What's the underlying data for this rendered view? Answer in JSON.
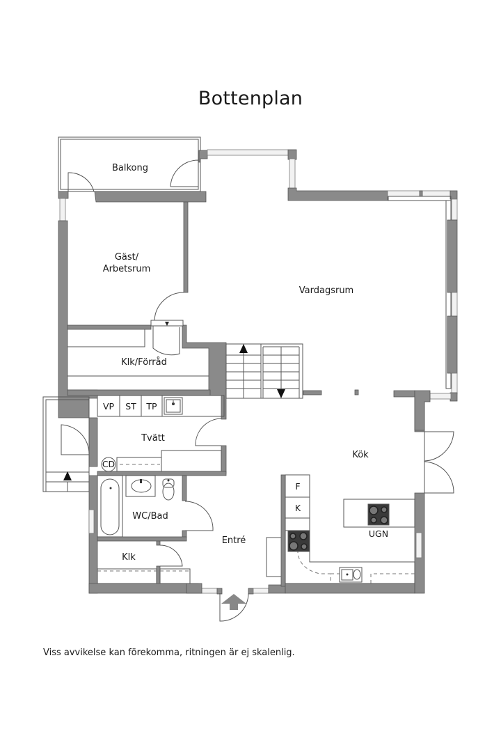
{
  "title": "Bottenplan",
  "disclaimer": "Viss avvikelse kan förekomma, ritningen är ej skalenlig.",
  "rooms": {
    "balkong": "Balkong",
    "gast_line1": "Gäst/",
    "gast_line2": "Arbetsrum",
    "vardagsrum": "Vardagsrum",
    "klk_forrad": "Klk/Förråd",
    "tvatt": "Tvätt",
    "wc_bad": "WC/Bad",
    "klk": "Klk",
    "entre": "Entré",
    "kok": "Kök"
  },
  "fixtures": {
    "vp": "VP",
    "st": "ST",
    "tp": "TP",
    "cd": "CD",
    "f": "F",
    "k": "K",
    "ugn": "UGN"
  },
  "colors": {
    "wall": "#8a8a8a",
    "wall_stroke": "#555555",
    "window": "#f2f2f2",
    "hob": "#3a3a3a",
    "text": "#1a1a1a"
  },
  "icons": {
    "entrance": "entrance-arrow-icon",
    "stairs_up": "stairs-up-arrow-icon",
    "stairs_down": "stairs-down-arrow-icon"
  }
}
